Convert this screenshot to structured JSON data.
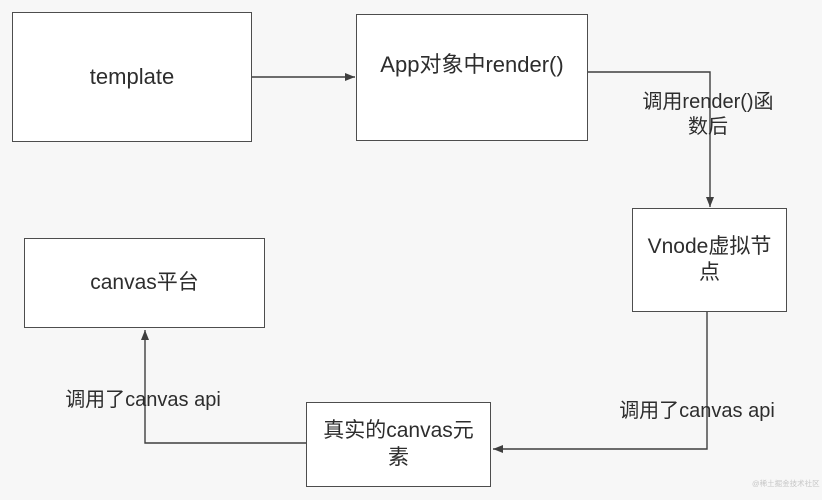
{
  "colors": {
    "background": "#f7f7f7",
    "node_fill": "#ffffff",
    "node_border": "#4d4d4d",
    "connector": "#3f3f3f",
    "text": "#2d2d2d",
    "watermark": "#c6c6c6"
  },
  "nodes": {
    "template": {
      "label": "template"
    },
    "app_render": {
      "label": "App对象中render()"
    },
    "vnode": {
      "label": "Vnode虚拟节\n点"
    },
    "real_canvas": {
      "label": "真实的canvas元\n素"
    },
    "canvas_platform": {
      "label": "canvas平台"
    }
  },
  "edge_labels": {
    "after_render_call": "调用render()函\n数后",
    "called_canvas_api_right": "调用了canvas api",
    "called_canvas_api_left": "调用了canvas api"
  },
  "watermark": {
    "text": "@稀土掘金技术社区"
  }
}
